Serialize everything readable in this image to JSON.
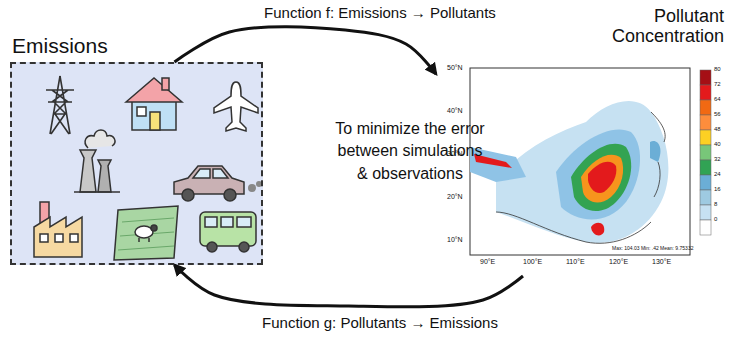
{
  "diagram": {
    "nodes": [
      {
        "text": [
          "Emissions"
        ]
      },
      {
        "text": [
          "Pollutant Concentration"
        ]
      }
    ],
    "edges": [
      {
        "from": 0,
        "to": 1,
        "arrow": "to",
        "label": "Function f: Emissions → Pollutants"
      },
      {
        "from": 1,
        "to": 0,
        "arrow": "to",
        "label": "Function g: Pollutants → Emissions"
      }
    ],
    "labels": [
      "To minimize the error between simulations & observations",
      "50°N",
      "40°N",
      "30°N",
      "20°N",
      "10°N",
      "90°E",
      "100°E",
      "110°E",
      "120°E",
      "130°E",
      "80",
      "72",
      "64",
      "56",
      "48",
      "40",
      "32",
      "24",
      "16",
      "8",
      "0",
      "Max: 104.03  Min: .42  Mean: 9.75332"
    ]
  }
}
